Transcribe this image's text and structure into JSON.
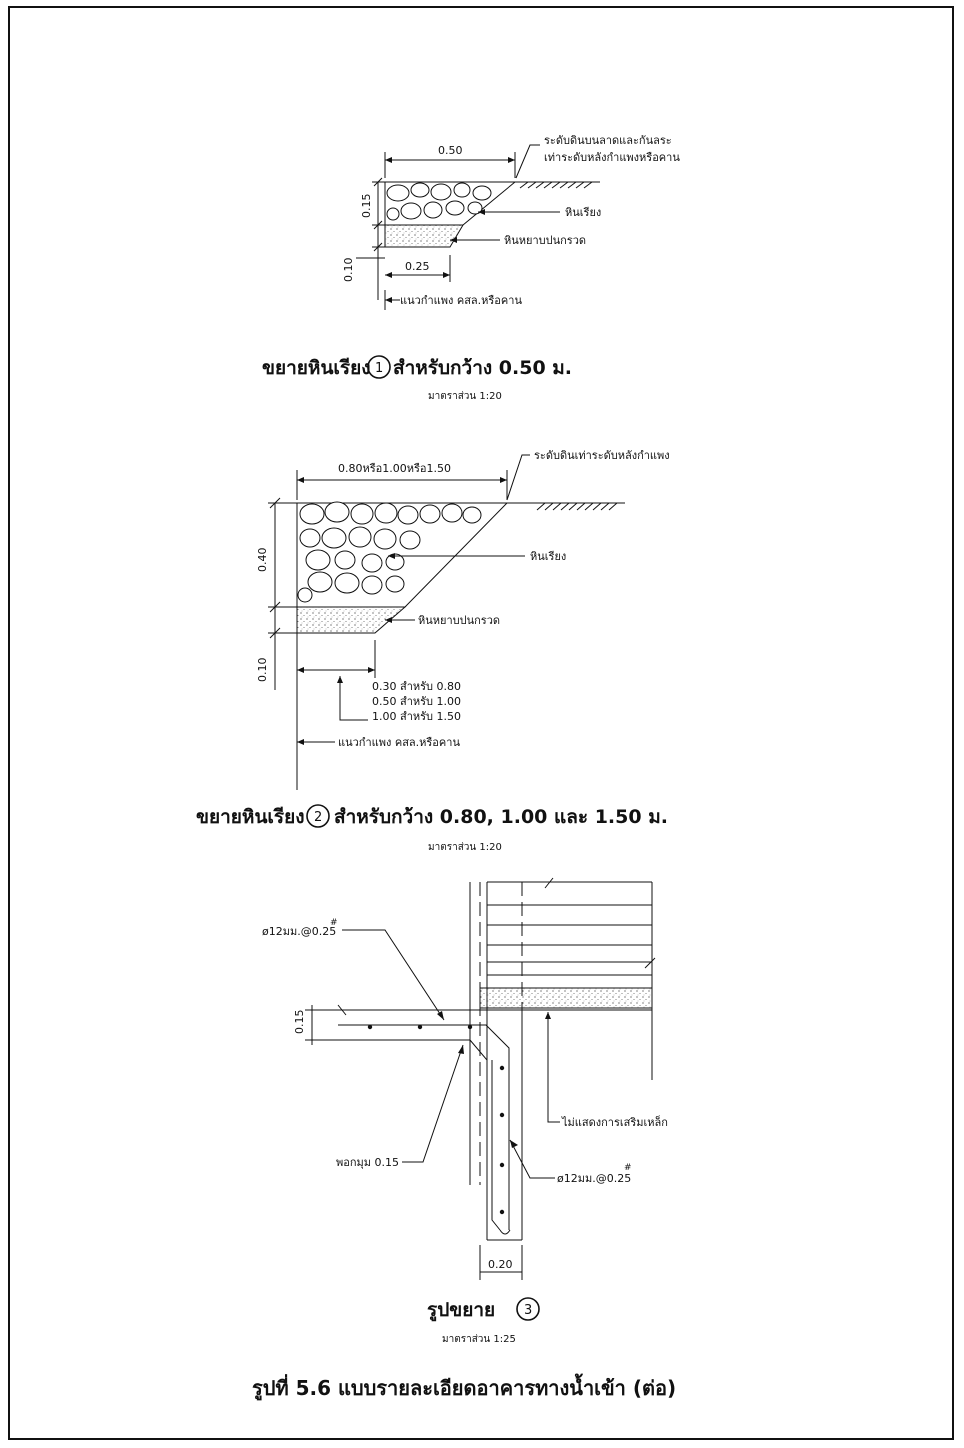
{
  "detail1": {
    "dim_top": "0.50",
    "dim_side_a": "0.15",
    "dim_side_b": "0.10",
    "dim_bottom": "0.25",
    "note_ground_l1": "ระดับดินบนลาดและกันลระ",
    "note_ground_l2": "เท่าระดับหลังกำแพงหรือคาน",
    "note_riprap": "หินเรียง",
    "note_gravel": "หินหยาบปนกรวด",
    "note_wall": "แนวกำแพง คสล.หรือคาน",
    "title_a": "ขยายหินเรียง",
    "title_num": "1",
    "title_b": "สำหรับกว้าง 0.50 ม.",
    "scale": "มาตราส่วน 1:20"
  },
  "detail2": {
    "dim_top": "0.80หรือ1.00หรือ1.50",
    "dim_side_a": "0.40",
    "dim_side_b": "0.10",
    "note_ground": "ระดับดินเท่าระดับหลังกำแพง",
    "note_riprap": "หินเรียง",
    "note_gravel": "หินหยาบปนกรวด",
    "table": [
      "0.30 สำหรับ 0.80",
      "0.50 สำหรับ 1.00",
      "1.00 สำหรับ 1.50"
    ],
    "note_wall": "แนวกำแพง คสล.หรือคาน",
    "title_a": "ขยายหินเรียง",
    "title_num": "2",
    "title_b": "สำหรับกว้าง 0.80, 1.00 และ 1.50 ม.",
    "scale": "มาตราส่วน 1:20"
  },
  "detail3": {
    "rebar_top": "ø12มม.@0.25",
    "rebar_top_mark": "#",
    "dim_side": "0.15",
    "note_no_rebar": "ไม่แสดงการเสริมเหล็ก",
    "note_fillet": "พอกมุม 0.15",
    "rebar_vert": "ø12มม.@0.25",
    "rebar_vert_mark": "#",
    "dim_bottom": "0.20",
    "title_a": "รูปขยาย",
    "title_num": "3",
    "scale": "มาตราส่วน 1:25"
  },
  "caption": "รูปที่ 5.6 แบบรายละเอียดอาคารทางน้ำเข้า (ต่อ)"
}
